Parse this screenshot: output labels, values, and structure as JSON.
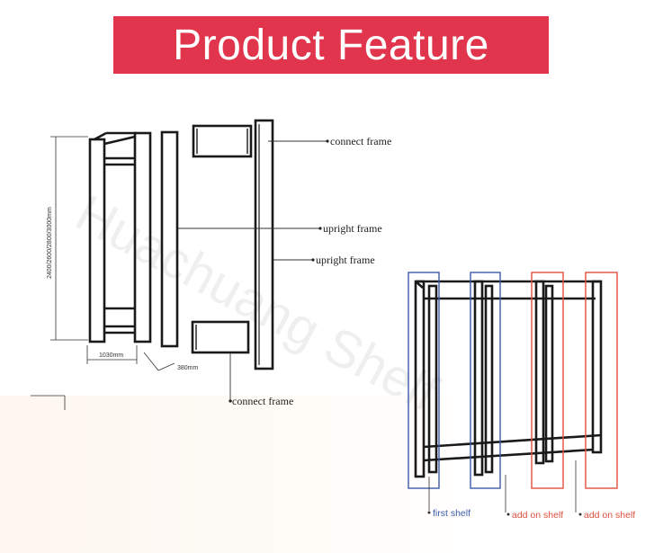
{
  "banner": {
    "title": "Product Feature"
  },
  "diagram": {
    "callouts": {
      "connect_top": "connect frame",
      "upright_1": "upright frame",
      "upright_2": "upright frame",
      "connect_bottom": "connect frame"
    },
    "dimensions": {
      "height": "2400/2600/2800/3000mm",
      "width": "1030mm",
      "depth": "380mm"
    },
    "watermark": "Huachuang Shelf"
  },
  "assembly_legend": {
    "first_shelf": {
      "label": "first shelf",
      "color": "#3b5aa8"
    },
    "add_on_1": {
      "label": "add on shelf",
      "color": "#e05040"
    },
    "add_on_2": {
      "label": "add on shelf",
      "color": "#e05040"
    }
  }
}
